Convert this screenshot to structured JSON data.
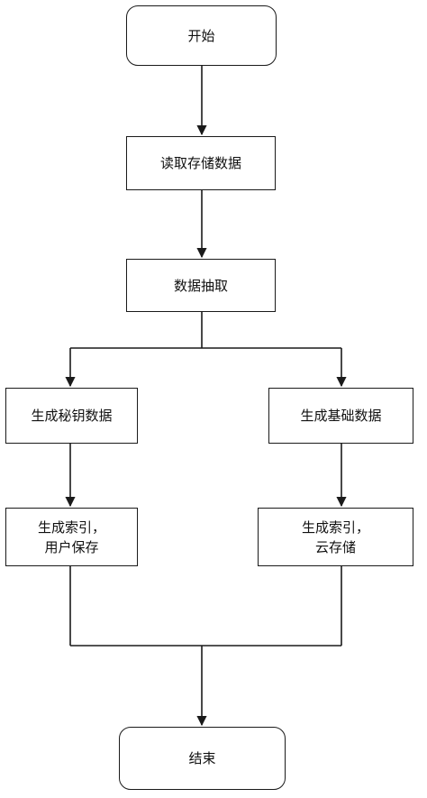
{
  "flowchart": {
    "start": "开始",
    "read_storage": "读取存储数据",
    "extract": "数据抽取",
    "gen_secret": "生成秘钥数据",
    "gen_base": "生成基础数据",
    "index_user": {
      "line1": "生成索引，",
      "line2": "用户保存"
    },
    "index_cloud": {
      "line1": "生成索引，",
      "line2": "云存储"
    },
    "end": "结束"
  }
}
